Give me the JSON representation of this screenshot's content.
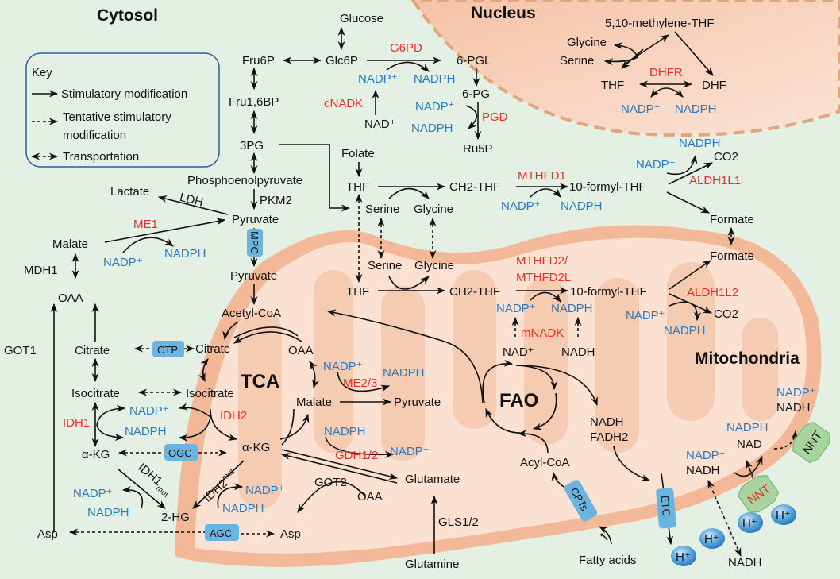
{
  "compartments": {
    "cytosol": "Cytosol",
    "nucleus": "Nucleus",
    "mitochondria": "Mitochondria"
  },
  "key": {
    "title": "Key",
    "items": [
      {
        "style": "solid",
        "label": "Stimulatory modification"
      },
      {
        "style": "dashed",
        "label_line1": "Tentative stimulatory",
        "label_line2": "modification"
      },
      {
        "style": "double-dashed",
        "label": "Transportation"
      }
    ]
  },
  "colors": {
    "background": "#e4f0e4",
    "mitochondria": "#f9d9c6",
    "mito_membrane": "#f2b898",
    "cristae": "#f4c7ad",
    "nucleus": "#f7cdb4",
    "nucleus_border": "#e0a77d",
    "transporter": "#6cb4e0",
    "enzyme": "#ee2b24",
    "cofactor": "#2a7ac0",
    "key_border": "#2b5ea6",
    "nnt": "#a8d4a0"
  },
  "labels": {
    "glucose": "Glucose",
    "glc6p": "Glc6P",
    "fru6p": "Fru6P",
    "fru16bp": "Fru1,6BP",
    "pg3": "3PG",
    "pep": "Phosphoenolpyruvate",
    "pkm2": "PKM2",
    "pyruvate_c": "Pyruvate",
    "lactate": "Lactate",
    "ldh": "LDH",
    "me1": "ME1",
    "malate_c": "Malate",
    "mdh1": "MDH1",
    "oaa_c": "OAA",
    "citrate_c": "Citrate",
    "isocitrate_c": "Isocitrate",
    "idh1": "IDH1",
    "akg_c": "α-KG",
    "idh1mut": "IDH1",
    "mut": "mut",
    "hg2": "2-HG",
    "asp_c": "Asp",
    "got1": "GOT1",
    "g6pd": "G6PD",
    "pgl6": "6-PGL",
    "pg6": "6-PG",
    "pgd": "PGD",
    "ru5p": "Ru5P",
    "cnadk": "cNADK",
    "nad_plus": "NAD⁺",
    "nadp_plus": "NADP⁺",
    "nadph": "NADPH",
    "nadh": "NADH",
    "folate": "Folate",
    "thf": "THF",
    "ch2thf": "CH2-THF",
    "serine": "Serine",
    "glycine": "Glycine",
    "mthfd1": "MTHFD1",
    "formylthf": "10-formyl-THF",
    "aldh1l1": "ALDH1L1",
    "co2": "CO2",
    "formate": "Formate",
    "methylene_thf": "5,10-methylene-THF",
    "dhf": "DHF",
    "dhfr": "DHFR",
    "mthfd2_1": "MTHFD2/",
    "mthfd2_2": "MTHFD2L",
    "aldh1l2": "ALDH1L2",
    "mnadk": "mNADK",
    "pyruvate_m": "Pyruvate",
    "acetylcoa": "Acetyl-CoA",
    "citrate_m": "Citrate",
    "isocitrate_m": "Isocitrate",
    "idh2": "IDH2",
    "tca": "TCA",
    "oaa_m": "OAA",
    "malate_m": "Malate",
    "me23": "ME2/3",
    "pyruvate_m2": "Pyruvate",
    "akg_m": "α-KG",
    "idh2mut": "IDH2",
    "gdh": "GDH1/2",
    "got2": "GOT2",
    "glutamate": "Glutamate",
    "gls": "GLS1/2",
    "glutamine": "Glutamine",
    "asp_m": "Asp",
    "fao": "FAO",
    "fadh2": "FADH2",
    "acylcoa": "Acyl-CoA",
    "fatty_acids": "Fatty acids",
    "hplus": "H⁺",
    "nnt": "NNT"
  },
  "transporters": {
    "mpc": "MPC",
    "ctp": "CTP",
    "ogc": "OGC",
    "agc": "AGC",
    "cpts": "CPTs",
    "etc": "ETC"
  }
}
